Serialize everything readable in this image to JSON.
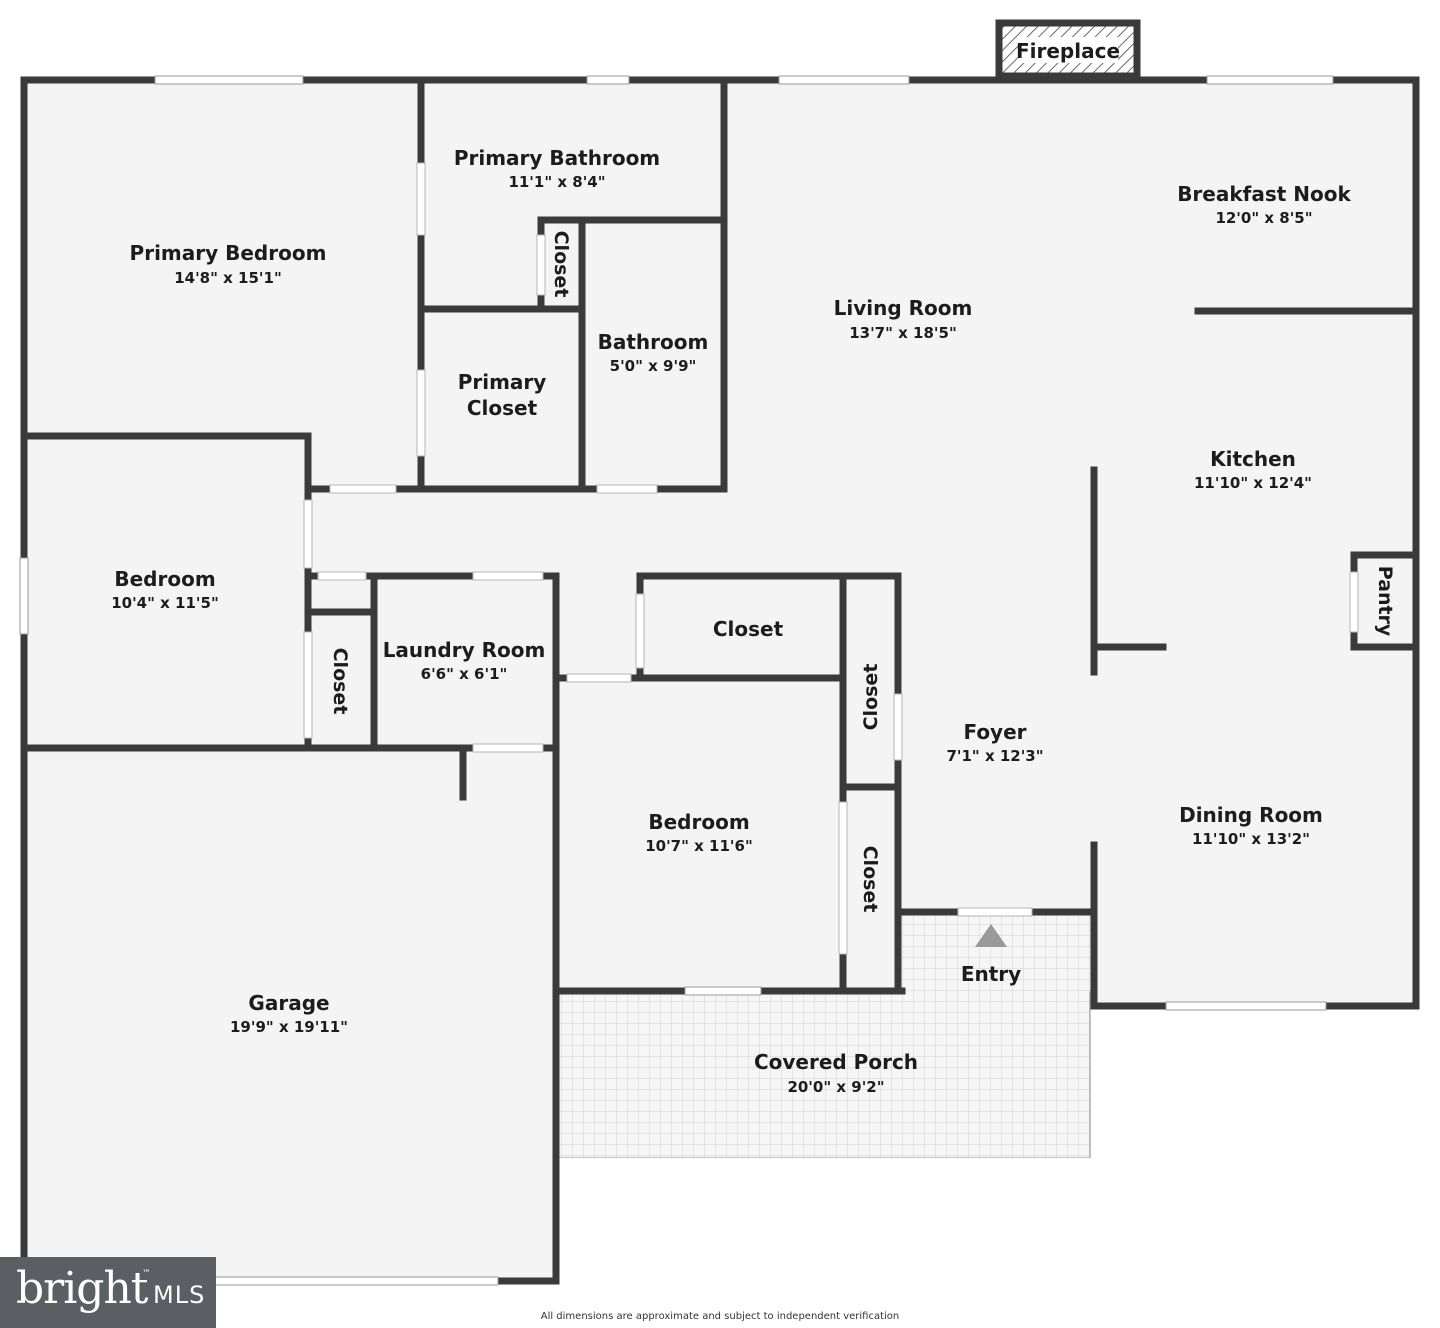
{
  "colors": {
    "wall": "#3a3a3a",
    "floor": "#f4f4f4",
    "window": "#ffffff",
    "porch_tile": "#e4e4e4"
  },
  "rooms": {
    "primary_bedroom": {
      "name": "Primary Bedroom",
      "dim": "14'8\" x 15'1\""
    },
    "primary_bathroom": {
      "name": "Primary Bathroom",
      "dim": "11'1\" x 8'4\""
    },
    "primary_closet": {
      "name_line1": "Primary",
      "name_line2": "Closet"
    },
    "bathroom": {
      "name": "Bathroom",
      "dim": "5'0\" x 9'9\""
    },
    "living_room": {
      "name": "Living Room",
      "dim": "13'7\" x 18'5\""
    },
    "breakfast_nook": {
      "name": "Breakfast Nook",
      "dim": "12'0\" x 8'5\""
    },
    "kitchen": {
      "name": "Kitchen",
      "dim": "11'10\" x 12'4\""
    },
    "bedroom_west": {
      "name": "Bedroom",
      "dim": "10'4\" x 11'5\""
    },
    "laundry_room": {
      "name": "Laundry Room",
      "dim": "6'6\" x 6'1\""
    },
    "closet_hall": {
      "name": "Closet"
    },
    "foyer": {
      "name": "Foyer",
      "dim": "7'1\" x 12'3\""
    },
    "dining_room": {
      "name": "Dining Room",
      "dim": "11'10\" x 13'2\""
    },
    "bedroom_center": {
      "name": "Bedroom",
      "dim": "10'7\" x 11'6\""
    },
    "garage": {
      "name": "Garage",
      "dim": "19'9\" x 19'11\""
    },
    "covered_porch": {
      "name": "Covered Porch",
      "dim": "20'0\" x 9'2\""
    },
    "entry": {
      "name": "Entry"
    }
  },
  "vertical_labels": {
    "closet_primary_bath": "Closet",
    "closet_bedroom_west": "Closet",
    "closet_foyer_upper": "Closet",
    "closet_foyer_lower": "Closet",
    "pantry": "Pantry"
  },
  "fireplace": "Fireplace",
  "logo": {
    "word": "bright",
    "tm": "™",
    "mls": "MLS"
  },
  "disclaimer": "All dimensions are approximate and subject to independent verification"
}
